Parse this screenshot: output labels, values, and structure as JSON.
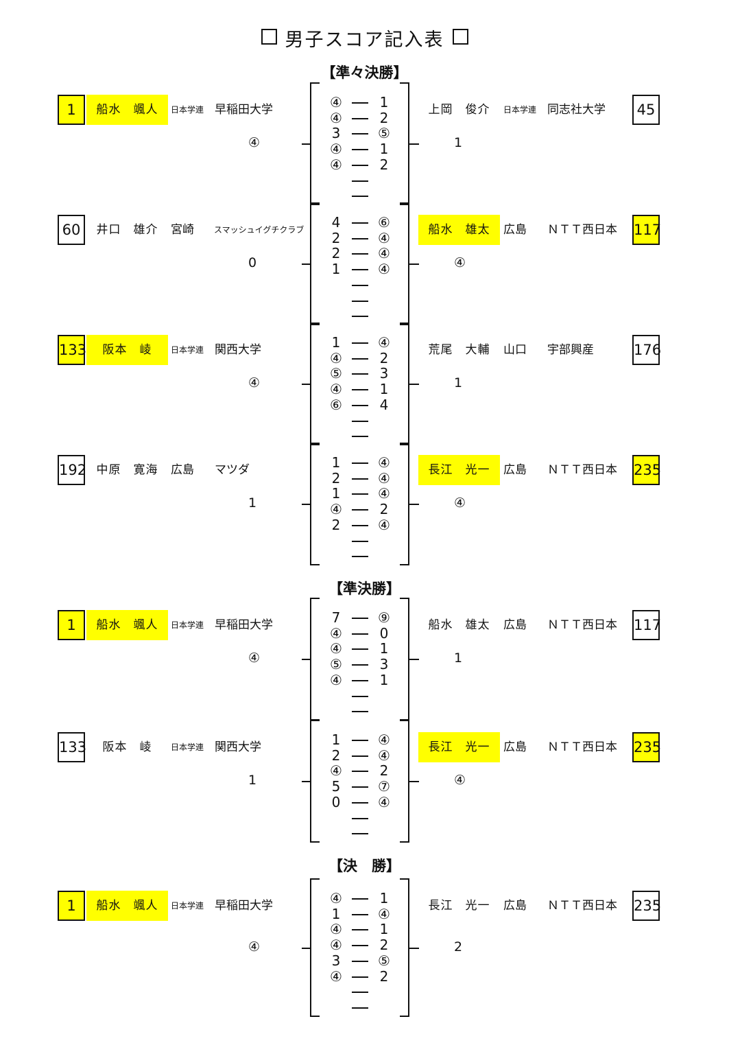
{
  "title": "男子スコア記入表",
  "sections": {
    "qf": "【準々決勝】",
    "sf": "【準決勝】",
    "final": "【決　勝】"
  },
  "matches": [
    {
      "left": {
        "seed": "1",
        "name": "船水　颯人",
        "region": "日本学連",
        "team": "早稲田大学",
        "highlight": true,
        "games": "④"
      },
      "right": {
        "seed": "45",
        "name": "上岡　俊介",
        "region": "日本学連",
        "team": "同志社大学",
        "highlight": false,
        "games": "1"
      },
      "scores": [
        [
          "④",
          "1"
        ],
        [
          "④",
          "2"
        ],
        [
          "3",
          "⑤"
        ],
        [
          "④",
          "1"
        ],
        [
          "④",
          "2"
        ],
        [
          "",
          ""
        ],
        [
          "",
          ""
        ]
      ]
    },
    {
      "left": {
        "seed": "60",
        "name": "井口　雄介",
        "region": "宮崎",
        "team": "スマッシュイグチクラブ",
        "highlight": false,
        "games": "0"
      },
      "right": {
        "seed": "117",
        "name": "船水　雄太",
        "region": "広島",
        "team": "ＮＴＴ西日本",
        "highlight": true,
        "games": "④"
      },
      "scores": [
        [
          "4",
          "⑥"
        ],
        [
          "2",
          "④"
        ],
        [
          "2",
          "④"
        ],
        [
          "1",
          "④"
        ],
        [
          "",
          ""
        ],
        [
          "",
          ""
        ],
        [
          "",
          ""
        ]
      ]
    },
    {
      "left": {
        "seed": "133",
        "name": "阪本　崚",
        "region": "日本学連",
        "team": "関西大学",
        "highlight": true,
        "games": "④"
      },
      "right": {
        "seed": "176",
        "name": "荒尾　大輔",
        "region": "山口",
        "team": "宇部興産",
        "highlight": false,
        "games": "1"
      },
      "scores": [
        [
          "1",
          "④"
        ],
        [
          "④",
          "2"
        ],
        [
          "⑤",
          "3"
        ],
        [
          "④",
          "1"
        ],
        [
          "⑥",
          "4"
        ],
        [
          "",
          ""
        ],
        [
          "",
          ""
        ]
      ]
    },
    {
      "left": {
        "seed": "192",
        "name": "中原　寛海",
        "region": "広島",
        "team": "マツダ",
        "highlight": false,
        "games": "1"
      },
      "right": {
        "seed": "235",
        "name": "長江　光一",
        "region": "広島",
        "team": "ＮＴＴ西日本",
        "highlight": true,
        "games": "④"
      },
      "scores": [
        [
          "1",
          "④"
        ],
        [
          "2",
          "④"
        ],
        [
          "1",
          "④"
        ],
        [
          "④",
          "2"
        ],
        [
          "2",
          "④"
        ],
        [
          "",
          ""
        ],
        [
          "",
          ""
        ]
      ]
    },
    {
      "left": {
        "seed": "1",
        "name": "船水　颯人",
        "region": "日本学連",
        "team": "早稲田大学",
        "highlight": true,
        "games": "④"
      },
      "right": {
        "seed": "117",
        "name": "船水　雄太",
        "region": "広島",
        "team": "ＮＴＴ西日本",
        "highlight": false,
        "games": "1"
      },
      "scores": [
        [
          "7",
          "⑨"
        ],
        [
          "④",
          "0"
        ],
        [
          "④",
          "1"
        ],
        [
          "⑤",
          "3"
        ],
        [
          "④",
          "1"
        ],
        [
          "",
          ""
        ],
        [
          "",
          ""
        ]
      ]
    },
    {
      "left": {
        "seed": "133",
        "name": "阪本　崚",
        "region": "日本学連",
        "team": "関西大学",
        "highlight": false,
        "games": "1"
      },
      "right": {
        "seed": "235",
        "name": "長江　光一",
        "region": "広島",
        "team": "ＮＴＴ西日本",
        "highlight": true,
        "games": "④"
      },
      "scores": [
        [
          "1",
          "④"
        ],
        [
          "2",
          "④"
        ],
        [
          "④",
          "2"
        ],
        [
          "5",
          "⑦"
        ],
        [
          "0",
          "④"
        ],
        [
          "",
          ""
        ],
        [
          "",
          ""
        ]
      ]
    },
    {
      "left": {
        "seed": "1",
        "name": "船水　颯人",
        "region": "日本学連",
        "team": "早稲田大学",
        "highlight": true,
        "games": "④"
      },
      "right": {
        "seed": "235",
        "name": "長江　光一",
        "region": "広島",
        "team": "ＮＴＴ西日本",
        "highlight": false,
        "games": "2"
      },
      "scores": [
        [
          "④",
          "1"
        ],
        [
          "1",
          "④"
        ],
        [
          "④",
          "1"
        ],
        [
          "④",
          "2"
        ],
        [
          "3",
          "⑤"
        ],
        [
          "④",
          "2"
        ],
        [
          "",
          ""
        ]
      ]
    }
  ]
}
